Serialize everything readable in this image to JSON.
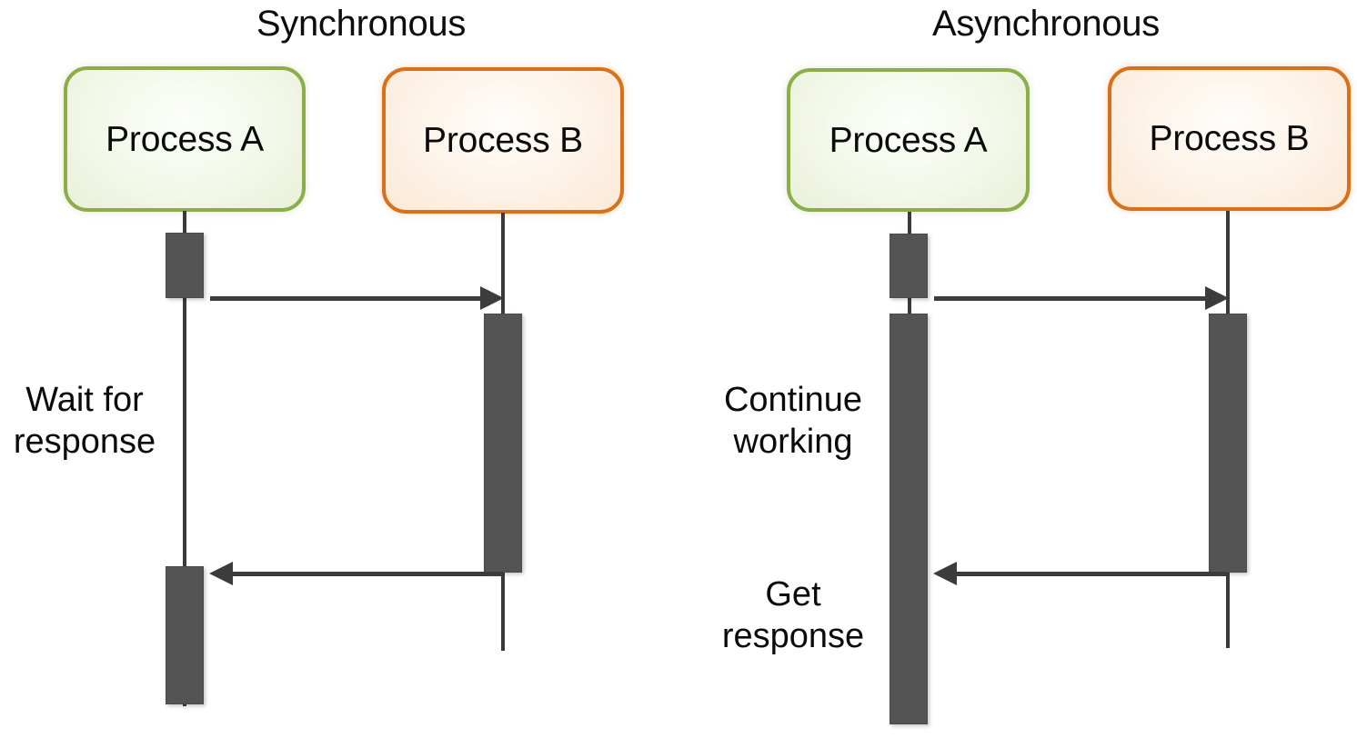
{
  "diagram": {
    "title_left": "Synchronous",
    "title_right": "Asynchronous",
    "colors": {
      "process_a_border": "#8bad4a",
      "process_a_fill": "#eef4e2",
      "process_b_border": "#d9701a",
      "process_b_fill": "#fdf1e4",
      "activation_bar": "#545454",
      "lifeline": "#3a3a3a",
      "arrow": "#3c3c3c",
      "text": "#0b0b0b",
      "background": "#ffffff"
    }
  },
  "synchronous": {
    "title": "Synchronous",
    "process_a_label": "Process A",
    "process_b_label": "Process B",
    "annotation": "Wait for\nresponse",
    "request_message": "",
    "response_message": ""
  },
  "asynchronous": {
    "title": "Asynchronous",
    "process_a_label": "Process A",
    "process_b_label": "Process B",
    "annotation_top": "Continue\nworking",
    "annotation_bottom": "Get\nresponse",
    "request_message": "",
    "response_message": ""
  }
}
